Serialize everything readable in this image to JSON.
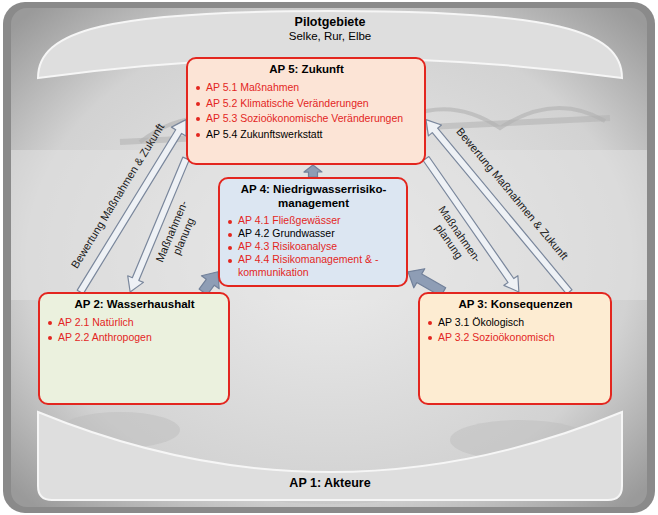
{
  "diagram": {
    "nodes": [
      {
        "text": [
          "Pilotgebiete",
          "Selke, Rur, Elbe"
        ]
      },
      {
        "text": [
          "AP 5: Zukunft",
          "AP 5.1 Maßnahmen",
          "AP 5.2 Klimatische Veränderungen",
          "AP 5.3 Sozioökonomische Veränderungen",
          "AP 5.4 Zukunftswerkstatt"
        ]
      },
      {
        "text": [
          "AP 4: Niedrigwasserrisiko- management",
          "AP 4.1 Fließgewässer",
          "AP 4.2 Grundwasser",
          "AP 4.3 Risikoanalyse",
          "AP 4.4 Risikomanagement & -kommunikation"
        ]
      },
      {
        "text": [
          "AP 2: Wasserhaushalt",
          "AP 2.1 Natürlich",
          "AP 2.2 Anthropogen"
        ]
      },
      {
        "text": [
          "AP 3: Konsequenzen",
          "AP 3.1 Ökologisch",
          "AP 3.2 Sozioökonomisch"
        ]
      },
      {
        "text": [
          "AP 1: Akteure"
        ]
      }
    ],
    "edges": [
      {
        "from": 3,
        "to": 1,
        "arrow": "to",
        "label": "Bewertung Maßnahmen & Zukunft"
      },
      {
        "from": 1,
        "to": 3,
        "arrow": "to",
        "label": "Maßnahmen- planung"
      },
      {
        "from": 4,
        "to": 1,
        "arrow": "to",
        "label": "Bewertung Maßnahmen & Zukunft"
      },
      {
        "from": 1,
        "to": 4,
        "arrow": "to",
        "label": "Maßnahmen- planung"
      },
      {
        "from": 3,
        "to": 2,
        "arrow": "to"
      },
      {
        "from": 4,
        "to": 2,
        "arrow": "to"
      },
      {
        "from": 2,
        "to": 1,
        "arrow": "to"
      }
    ]
  }
}
